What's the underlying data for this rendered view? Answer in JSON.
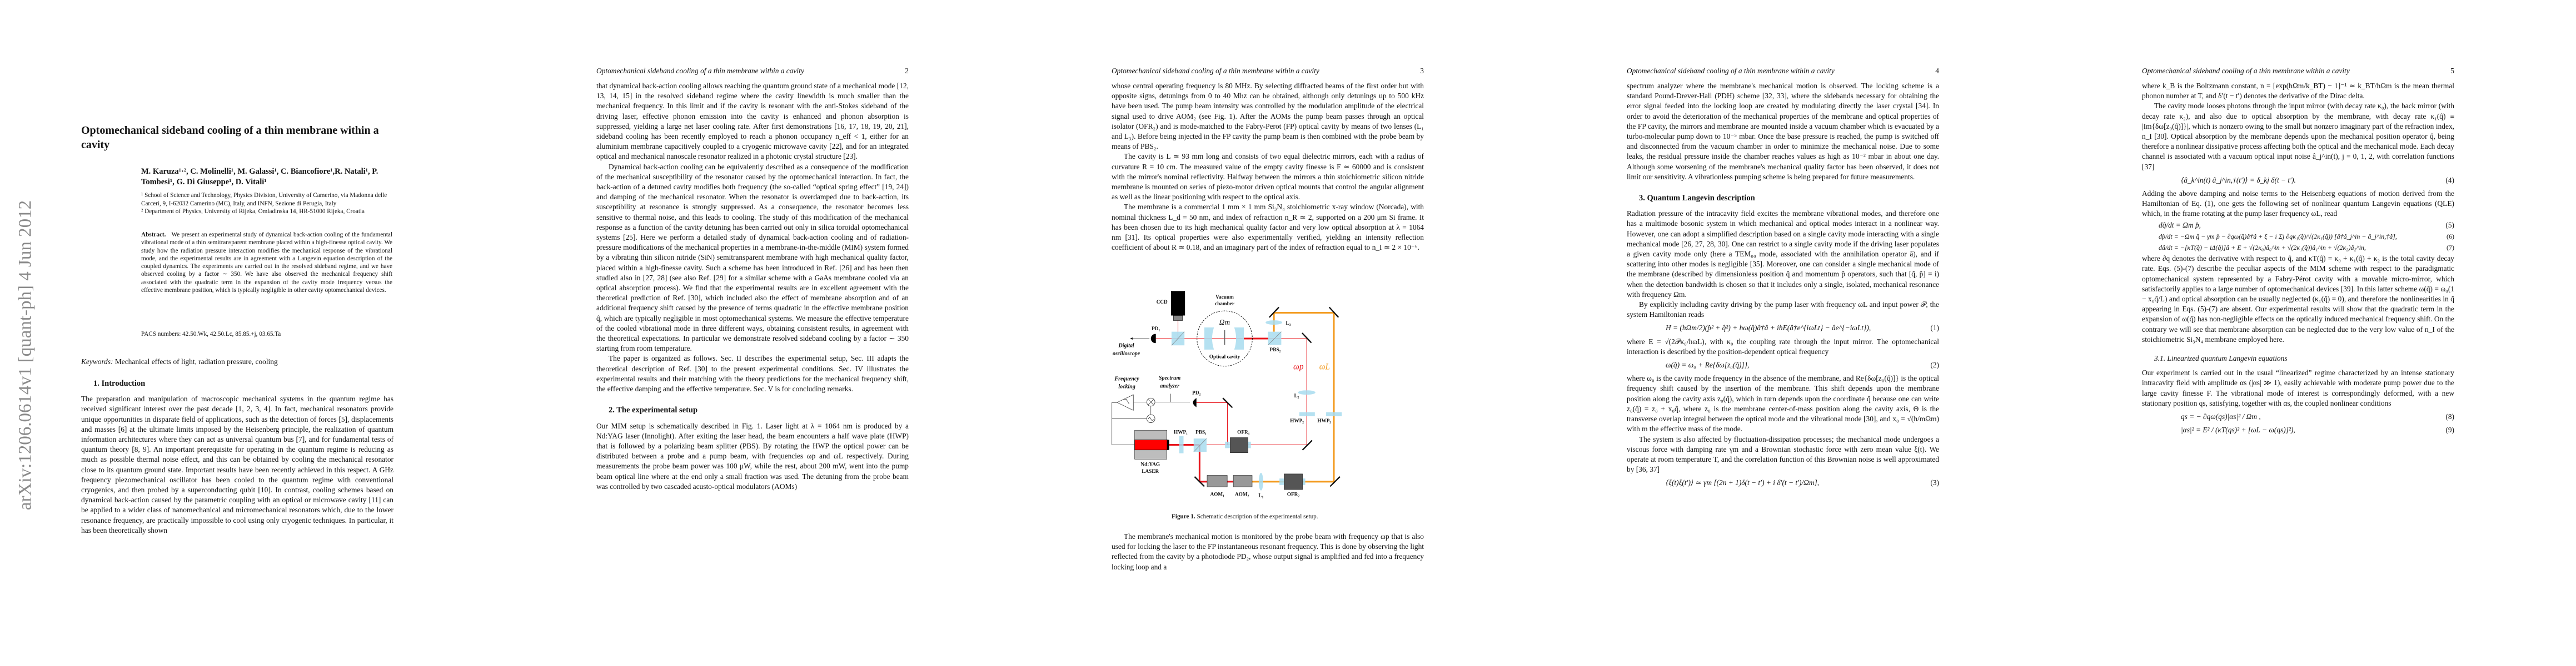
{
  "running_head": "Optomechanical sideband cooling of a thin membrane within a cavity",
  "page_numbers": [
    "2",
    "3",
    "4",
    "5"
  ],
  "arxiv_stamp": "arXiv:1206.0614v1  [quant-ph]  4 Jun 2012",
  "title": "Optomechanical sideband cooling of a thin membrane within a cavity",
  "authors": "M. Karuza¹·², C. Molinelli¹, M. Galassi¹, C. Biancofiore¹,R. Natali¹, P. Tombesi¹, G. Di Giuseppe¹, D. Vitali¹",
  "affiliations": [
    "¹ School of Science and Technology, Physics Division, University of Camerino, via Madonna delle Carceri, 9, I-62032 Camerino (MC), Italy, and INFN, Sezione di Perugia, Italy",
    "² Department of Physics, University of Rijeka, Omladinska 14, HR-51000 Rijeka, Croatia"
  ],
  "abstract_label": "Abstract.",
  "abstract": "We present an experimental study of dynamical back-action cooling of the fundamental vibrational mode of a thin semitransparent membrane placed within a high-finesse optical cavity. We study how the radiation pressure interaction modifies the mechanical response of the vibrational mode, and the experimental results are in agreement with a Langevin equation description of the coupled dynamics. The experiments are carried out in the resolved sideband regime, and we have observed cooling by a factor ∼ 350. We have also observed the mechanical frequency shift associated with the quadratic term in the expansion of the cavity mode frequency versus the effective membrane position, which is typically negligible in other cavity optomechanical devices.",
  "pacs": "PACS numbers: 42.50.Wk, 42.50.Lc, 85.85.+j, 03.65.Ta",
  "keywords_label": "Keywords:",
  "keywords": "Mechanical effects of light, radiation pressure, cooling",
  "sections": {
    "intro": "1. Introduction",
    "setup": "2. The experimental setup",
    "langevin": "3. Quantum Langevin description",
    "linearized": "3.1. Linearized quantum Langevin equations"
  },
  "page1": {
    "intro_p1": "The preparation and manipulation of macroscopic mechanical systems in the quantum regime has received significant interest over the past decade [1, 2, 3, 4]. In fact, mechanical resonators provide unique opportunities in disparate field of applications, such as the detection of forces [5], displacements and masses [6] at the ultimate limits imposed by the Heisenberg principle, the realization of quantum information architectures where they can act as universal quantum bus [7], and for fundamental tests of quantum theory [8, 9]. An important prerequisite for operating in the quantum regime is reducing as much as possible thermal noise effect, and this can be obtained by cooling the mechanical resonator close to its quantum ground state. Important results have been recently achieved in this respect. A GHz frequency piezomechanical oscillator has been cooled to the quantum regime with conventional cryogenics, and then probed by a superconducting qubit [10]. In contrast, cooling schemes based on dynamical back-action caused by the parametric coupling with an optical or microwave cavity [11] can be applied to a wider class of nanomechanical and micromechanical resonators which, due to the lower resonance frequency, are practically impossible to cool using only cryogenic techniques. In particular, it has been theoretically shown"
  },
  "page2": {
    "p1": "that dynamical back-action cooling allows reaching the quantum ground state of a mechanical mode [12, 13, 14, 15] in the resolved sideband regime where the cavity linewidth is much smaller than the mechanical frequency. In this limit and if the cavity is resonant with the anti-Stokes sideband of the driving laser, effective phonon emission into the cavity is enhanced and phonon absorption is suppressed, yielding a large net laser cooling rate. After first demonstrations [16, 17, 18, 19, 20, 21], sideband cooling has been recently employed to reach a phonon occupancy n_eff < 1, either for an aluminium membrane capacitively coupled to a cryogenic microwave cavity [22], and for an integrated optical and mechanical nanoscale resonator realized in a photonic crystal structure [23].",
    "p2": "Dynamical back-action cooling can be equivalently described as a consequence of the modification of the mechanical susceptibility of the resonator caused by the optomechanical interaction. In fact, the back-action of a detuned cavity modifies both frequency (the so-called “optical spring effect” [19, 24]) and damping of the mechanical resonator. When the resonator is overdamped due to back-action, its susceptibility at resonance is strongly suppressed. As a consequence, the resonator becomes less sensitive to thermal noise, and this leads to cooling. The study of this modification of the mechanical response as a function of the cavity detuning has been carried out only in silica toroidal optomechanical systems [25]. Here we perform a detailed study of dynamical back-action cooling and of radiation-pressure modifications of the mechanical properties in a membrane-in-the-middle (MIM) system formed by a vibrating thin silicon nitride (SiN) semitransparent membrane with high mechanical quality factor, placed within a high-finesse cavity. Such a scheme has been introduced in Ref. [26] and has been then studied also in [27, 28] (see also Ref. [29] for a similar scheme with a GaAs membrane cooled via an optical absorption process). We find that the experimental results are in excellent agreement with the theoretical prediction of Ref. [30], which included also the effect of membrane absorption and of an additional frequency shift caused by the presence of terms quadratic in the effective membrane position q̂, which are typically negligible in most optomechanical systems. We measure the effective temperature of the cooled vibrational mode in three different ways, obtaining consistent results, in agreement with the theoretical expectations. In particular we demonstrate resolved sideband cooling by a factor ∼ 350 starting from room temperature.",
    "p3": "The paper is organized as follows. Sec. II describes the experimental setup, Sec. III adapts the theoretical description of Ref. [30] to the present experimental conditions. Sec. IV illustrates the experimental results and their matching with the theory predictions for the mechanical frequency shift, the effective damping and the effective temperature. Sec. V is for concluding remarks.",
    "p4": "Our MIM setup is schematically described in Fig. 1. Laser light at λ = 1064 nm is produced by a Nd:YAG laser (Innolight). After exiting the laser head, the beam encounters a half wave plate (HWP) that is followed by a polarizing beam splitter (PBS). By rotating the HWP the optical power can be distributed between a probe and a pump beam, with frequencies ωp and ωL respectively. During measurements the probe beam power was 100 μW, while the rest, about 200 mW, went into the pump beam optical line where at the end only a small fraction was used. The detuning from the probe beam was controlled by two cascaded acusto-optical modulators (AOMs)"
  },
  "page3": {
    "p1": "whose central operating frequency is 80 MHz. By selecting diffracted beams of the first order but with opposite signs, detunings from 0 to 40 Mhz can be obtained, although only detunings up to 500 kHz have been used. The pump beam intensity was controlled by the modulation amplitude of the electrical signal used to drive AOM₂ (see Fig. 1). After the AOMs the pump beam passes through an optical isolator (OFR₂) and is mode-matched to the Fabry-Perot (FP) optical cavity by means of two lenses (L₁ and L₃). Before being injected in the FP cavity the pump beam is then combined with the probe beam by means of PBS₂.",
    "p2": "The cavity is L ≃ 93 mm long and consists of two equal dielectric mirrors, each with a radius of curvature R = 10 cm. The measured value of the empty cavity finesse is F ≃ 60000 and is consistent with the mirror's nominal reflectivity. Halfway between the mirrors a thin stoichiometric silicon nitride membrane is mounted on series of piezo-motor driven optical mounts that control the angular alignment as well as the linear positioning with respect to the optical axis.",
    "p3": "The membrane is a commercial 1 mm × 1 mm Si₃N₄ stoichiometric x-ray window (Norcada), with nominal thickness L_d = 50 nm, and index of refraction n_R ≃ 2, supported on a 200 μm Si frame. It has been chosen due to its high mechanical quality factor and very low optical absorption at λ = 1064 nm [31]. Its optical properties were also experimentally verified, yielding an intensity reflection coefficient of about R ≃ 0.18, and an imaginary part of the index of refraction equal to n_I ≃ 2 × 10⁻⁶.",
    "caption_label": "Figure 1.",
    "caption": "Schematic description of the experimental setup.",
    "p4": "The membrane's mechanical motion is monitored by the probe beam with frequency ωp that is also used for locking the laser to the FP instantaneous resonant frequency. This is done by observing the light reflected from the cavity by a photodiode PD₂, whose output signal is amplified and fed into a frequency locking loop and a"
  },
  "figure": {
    "ccd": "CCD",
    "vacuum": "Vacuum",
    "chamber": "chamber",
    "omega_m": "Ωm",
    "pd1": "PD₁",
    "digital": "Digital",
    "oscilloscope": "oscilloscope",
    "optical_cavity": "Optical cavity",
    "pbs2": "PBS₂",
    "l3": "L₃",
    "omega_p": "ωp",
    "omega_L": "ωL",
    "frequency": "Frequency",
    "locking": "locking",
    "spectrum": "Spectrum",
    "analyzer": "analyzer",
    "pd2": "PD₂",
    "l2": "L₂",
    "hwp2": "HWP₂",
    "hwp3": "HWP₃",
    "hwp1": "HWP₁",
    "pbs1": "PBS₁",
    "ofr1": "OFR₁",
    "ndyag": "Nd:YAG",
    "laser": "LASER",
    "aom1": "AOM₁",
    "aom2": "AOM₂",
    "l1": "L₁",
    "ofr2": "OFR₂",
    "colors": {
      "probe": "#e8141b",
      "pump": "#f39a1e",
      "optic": "#a8dcee"
    }
  },
  "page4": {
    "p1": "spectrum analyzer where the membrane's mechanical motion is observed. The locking scheme is a standard Pound-Drever-Hall (PDH) scheme [32, 33], where the sidebands necessary for obtaining the error signal feeded into the locking loop are created by modulating directly the laser crystal [34]. In order to avoid the deterioration of the mechanical properties of the membrane and optical properties of the FP cavity, the mirrors and membrane are mounted inside a vacuum chamber which is evacuated by a turbo-molecular pump down to 10⁻⁵ mbar. Once the base pressure is reached, the pump is switched off and disconnected from the vacuum chamber in order to minimize the mechanical noise. Due to some leaks, the residual pressure inside the chamber reaches values as high as 10⁻² mbar in about one day. Although some worsening of the membrane's mechanical quality factor has been observed, it does not limit our sensitivity. A vibrationless pumping scheme is being prepared for future measurements.",
    "p2": "Radiation pressure of the intracavity field excites the membrane vibrational modes, and therefore one has a multimode bosonic system in which mechanical and optical modes interact in a nonlinear way. However, one can adopt a simplified description based on a single cavity mode interacting with a single mechanical mode [26, 27, 28, 30]. One can restrict to a single cavity mode if the driving laser populates a given cavity mode only (here a TEM₀₀ mode, associated with the annihilation operator â), and if scattering into other modes is negligible [35]. Moreover, one can consider a single mechanical mode of the membrane (described by dimensionless position q̂ and momentum p̂ operators, such that [q̂, p̂] = i) when the detection bandwidth is chosen so that it includes only a single, isolated, mechanical resonance with frequency Ωm.",
    "p3": "By explicitly including cavity driving by the pump laser with frequency ωL and input power 𝒫, the system Hamiltonian reads",
    "eq1": "H = (ħΩm/2)(p̂² + q̂²) + ħω(q̂)â†â + iħE(â†e^{iωLt} − âe^{−iωLt}),",
    "eq1_num": "(1)",
    "p4": "where E = √(2𝒫κ₀/ħωL), with κ₀ the coupling rate through the input mirror. The optomechanical interaction is described by the position-dependent optical frequency",
    "eq2": "ω(q̂) = ω₀ + Re{δω[z₀(q̂)]},",
    "eq2_num": "(2)",
    "p5": "where ω₀ is the cavity mode frequency in the absence of the membrane, and Re{δω[z₀(q̂)]} is the optical frequency shift caused by the insertion of the membrane. This shift depends upon the membrane position along the cavity axis z₀(q̂), which in turn depends upon the coordinate q̂ because one can write z₀(q̂) = z₀ + x₀q̂, where z₀ is the membrane center-of-mass position along the cavity axis, Θ is the transverse overlap integral between the optical mode and the vibrational mode [30], and x₀ = √(ħ/mΩm) with m the effective mass of the mode.",
    "p6": "The system is also affected by fluctuation-dissipation processes; the mechanical mode undergoes a viscous force with damping rate γm and a Brownian stochastic force with zero mean value ξ(t). We operate at room temperature T, and the correlation function of this Brownian noise is well approximated by [36, 37]",
    "eq3": "⟨ξ(t)ξ(t′)⟩ ≃ γm [(2n + 1)δ(t − t′) + i δ′(t − t′)/Ωm],",
    "eq3_num": "(3)"
  },
  "page5": {
    "p1": "where k_B is the Boltzmann constant, n = [exp(ħΩm/k_BT) − 1]⁻¹ ≃ k_BT/ħΩm is the mean thermal phonon number at T, and δ′(t − t′) denotes the derivative of the Dirac delta.",
    "p2": "The cavity mode looses photons through the input mirror (with decay rate κ₀), the back mirror (with decay rate κ₂), and also due to optical absorption by the membrane, with decay rate κ₁(q̂) ≡ |Im{δω[z₀(q̂)]}|, which is nonzero owing to the small but nonzero imaginary part of the refraction index, n_I [30]. Optical absorption by the membrane depends upon the mechanical position operator q̂, being therefore a nonlinear dissipative process affecting both the optical and the mechanical mode. Each decay channel is associated with a vacuum optical input noise â_j^in(t), j = 0, 1, 2, with correlation functions [37]",
    "eq4": "⟨â_k^in(t) â_j^in,†(t′)⟩ = δ_kj δ(t − t′).",
    "eq4_num": "(4)",
    "p3": "Adding the above damping and noise terms to the Heisenberg equations of motion derived from the Hamiltonian of Eq. (1), one gets the following set of nonlinear quantum Langevin equations (QLE) which, in the frame rotating at the pump laser frequency ωL, read",
    "eq5": "dq̂/dt = Ωm p̂,",
    "eq5_num": "(5)",
    "eq6": "dp̂/dt = −Ωm q̂ − γm p̂ − ∂qω(q̂)â†â + ξ − i Σj ∂qκ₁(q̂)/√(2κ₁(q̂)) [â†â_j^in − â_j^in,†â],",
    "eq6_num": "(6)",
    "eq7": "dâ/dt = −[κT(q̂) − iΔ(q̂)]â + E + √(2κ₀)â₀^in + √(2κ₁(q̂))â₁^in + √(2κ₂)â₂^in,",
    "eq7_num": "(7)",
    "p4": "where ∂q denotes the derivative with respect to q̂, and κT(q̂) = κ₀ + κ₁(q̂) + κ₂ is the total cavity decay rate. Eqs. (5)-(7) describe the peculiar aspects of the MIM scheme with respect to the paradigmatic optomechanical system represented by a Fabry-Pérot cavity with a movable micro-mirror, which satisfactorily applies to a large number of optomechanical devices [39]. In this latter scheme ω(q̂) = ω₀(1 − x₀q̂/L) and optical absorption can be usually neglected (κ₁(q̂) = 0), and therefore the nonlinearities in q̂ appearing in Eqs. (5)-(7) are absent. Our experimental results will show that the quadratic term in the expansion of ω(q̂) has non-negligible effects on the optically induced mechanical frequency shift. On the contrary we will see that membrane absorption can be neglected due to the very low value of n_I of the stoichiometric Si₃N₄ membrane employed here.",
    "p5": "Our experiment is carried out in the usual “linearized” regime characterized by an intense stationary intracavity field with amplitude αs (|αs| ≫ 1), easily achievable with moderate pump power due to the large cavity finesse F. The vibrational mode of interest is correspondingly deformed, with a new stationary position qs, satisfying, together with αs, the coupled nonlinear conditions",
    "eq8": "qs = − ∂qω(qs)|αs|² / Ωm ,",
    "eq8_num": "(8)",
    "eq9": "|αs|² = E² / (κT(qs)² + [ωL − ω(qs)]²),",
    "eq9_num": "(9)"
  }
}
